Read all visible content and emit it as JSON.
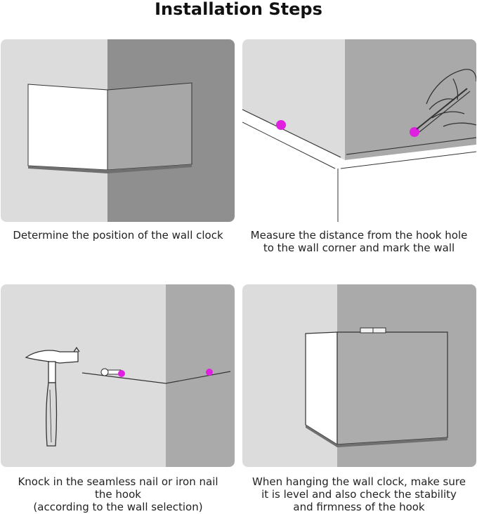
{
  "page": {
    "title": "Installation Steps"
  },
  "steps": [
    {
      "caption": "Determine the position of the wall clock"
    },
    {
      "caption": "Measure the distance from the hook hole\nto the wall corner and mark the wall"
    },
    {
      "caption": "Knock in the seamless nail or iron nail\nthe hook\n(according to the wall selection)"
    },
    {
      "caption": "When hanging the wall clock, make sure\nit is level and also check the stability\nand firmness of the hook"
    }
  ],
  "colors": {
    "mark": "#e020e0",
    "wall_light": "#dcdcdc",
    "wall_dark": "#8f8f8f",
    "wall_mid": "#aaaaaa"
  },
  "icons": [
    "clock-box-illustration",
    "pencil-hand-illustration",
    "hammer-illustration",
    "mark-dot-icon",
    "hook-icon"
  ]
}
